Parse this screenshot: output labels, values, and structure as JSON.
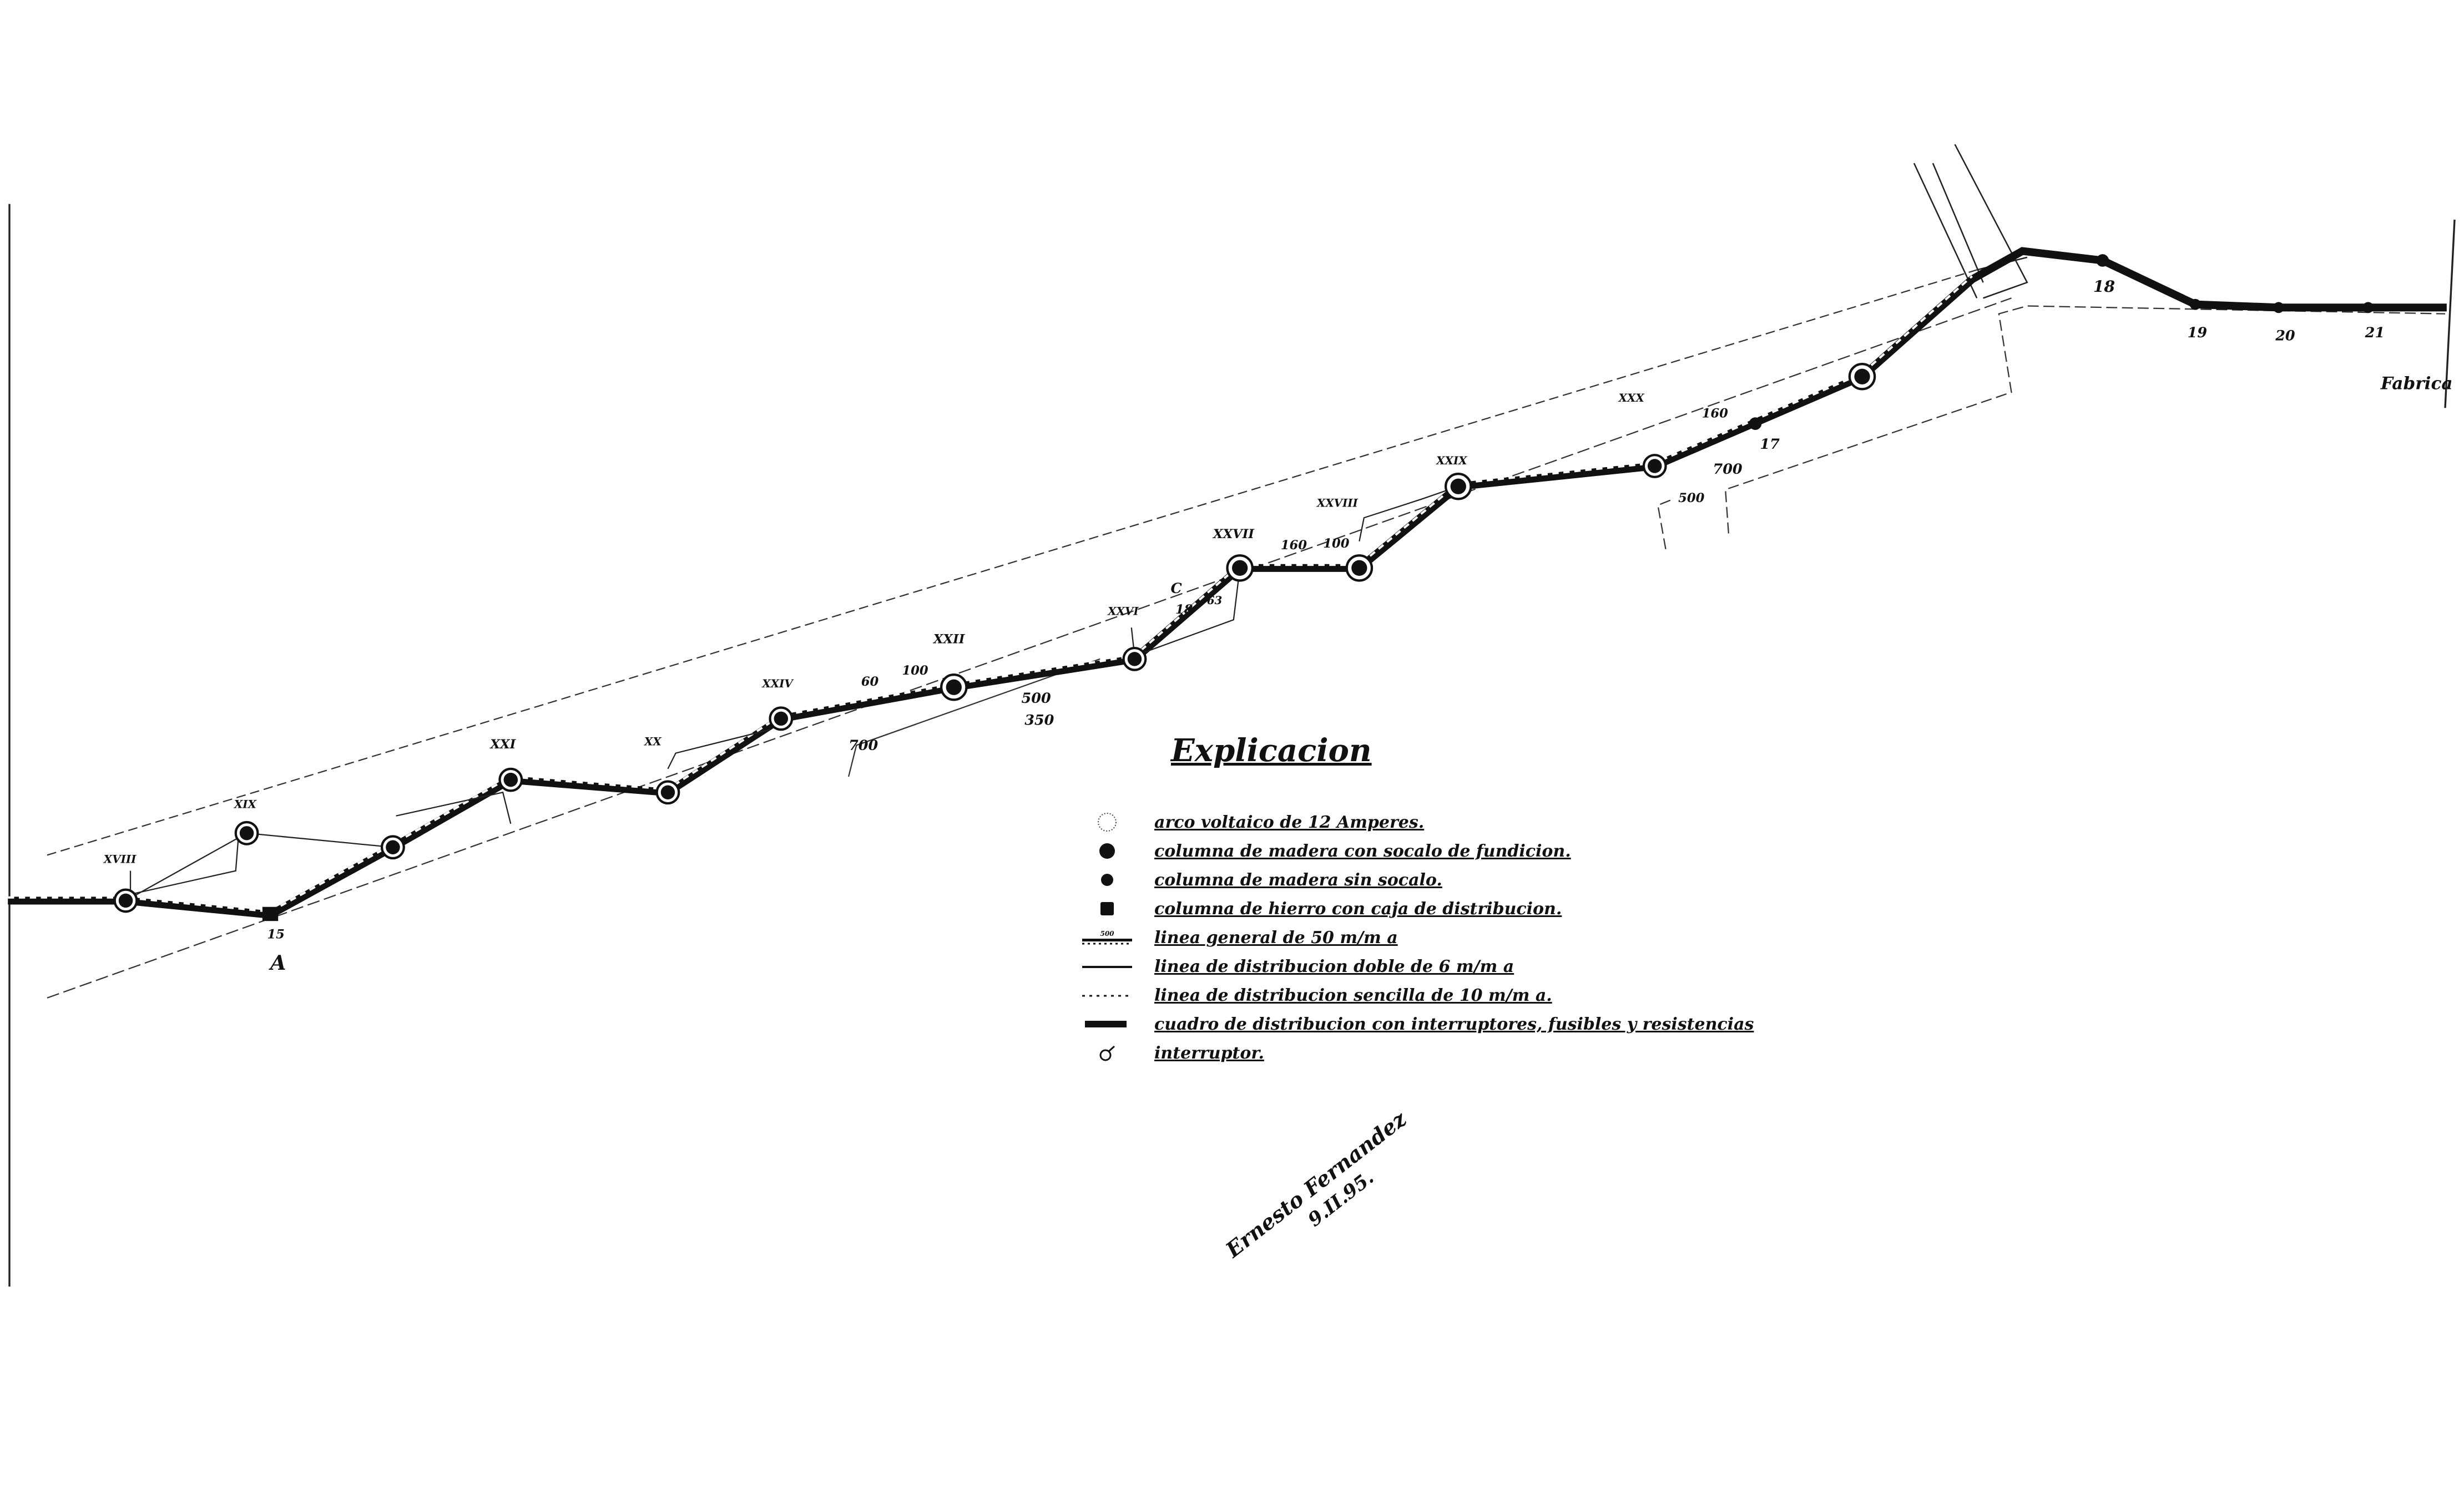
{
  "legend": {
    "title": "Explicacion",
    "items": [
      {
        "symbol": "dotted-circle",
        "label": "arco voltaico de 12 Amperes."
      },
      {
        "symbol": "large-filled-circle",
        "label": "columna de madera con socalo de fundicion."
      },
      {
        "symbol": "filled-circle",
        "label": "columna de madera sin socalo."
      },
      {
        "symbol": "filled-square",
        "label": "columna de hierro con caja de distribucion."
      },
      {
        "symbol": "general-line",
        "symbol_label": "500",
        "label": "linea general de 50 m/m a"
      },
      {
        "symbol": "double-line",
        "label": "linea de distribucion doble de 6 m/m a"
      },
      {
        "symbol": "dashed-line",
        "label": "linea de distribucion sencilla de 10 m/m a."
      },
      {
        "symbol": "thick-bar",
        "label": "cuadro de distribucion con interruptores, fusibles y resistencias"
      },
      {
        "symbol": "switch",
        "label": "interruptor."
      }
    ]
  },
  "map_labels": {
    "point_a": "A",
    "col_15": "15",
    "col_17": "17",
    "col_18": "18",
    "col_19": "19",
    "col_20": "20",
    "col_21": "21",
    "fabrica": "Fabrica",
    "dist_60": "60",
    "dist_100a": "100",
    "dist_160a": "160",
    "dist_100b": "100",
    "dist_160b": "160",
    "dist_18": "18",
    "dist_63": "63",
    "len_500a": "500",
    "len_350": "350",
    "len_700a": "700",
    "len_700b": "700",
    "len_500b": "500",
    "arc_1": "XVIII",
    "arc_2": "XIX",
    "arc_3": "XXI",
    "arc_4": "XX",
    "arc_5": "XXIV",
    "arc_6": "XXII",
    "arc_7": "XXVI",
    "arc_8": "XXVII",
    "arc_9": "XXVIII",
    "arc_10": "XXIX",
    "arc_11": "XXX",
    "box_c": "C"
  },
  "signature": {
    "name": "Ernesto Fernandez",
    "date": "9.II.95."
  }
}
